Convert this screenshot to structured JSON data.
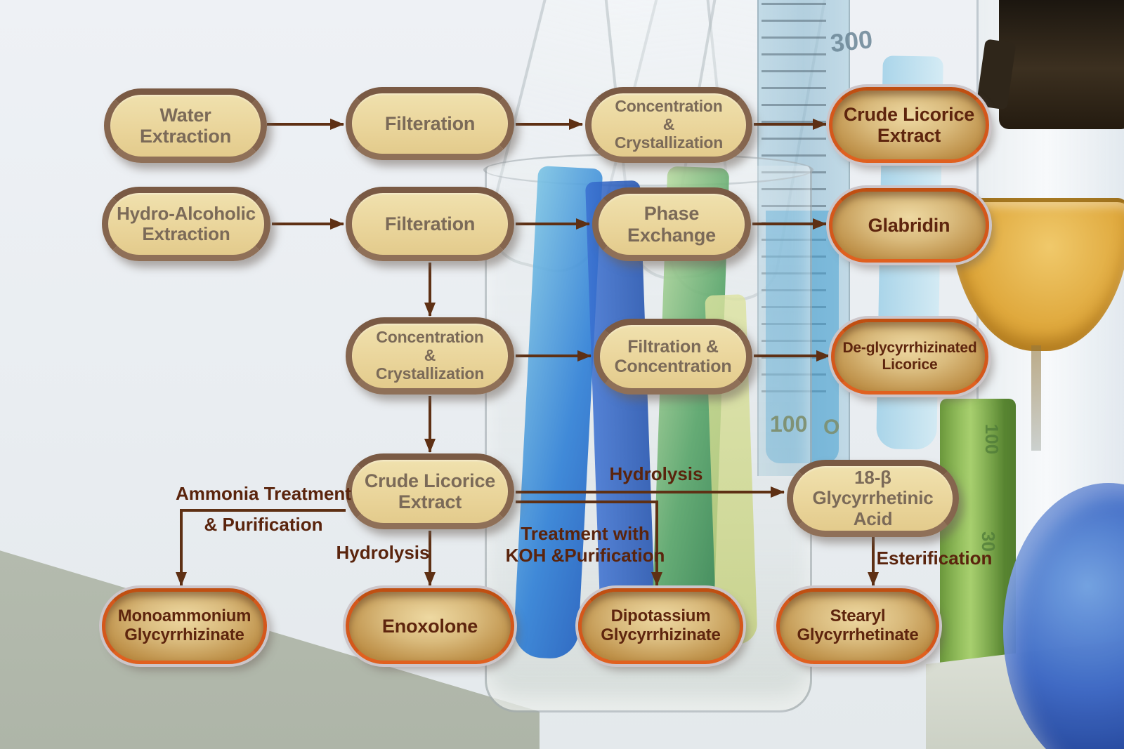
{
  "flowchart": {
    "nodes": [
      {
        "id": "water-extraction",
        "label": "Water\nExtraction",
        "type": "process"
      },
      {
        "id": "filteration-1",
        "label": "Filteration",
        "type": "process"
      },
      {
        "id": "concentration-crystallization-1",
        "label": "Concentration\n&\nCrystallization",
        "type": "process"
      },
      {
        "id": "crude-licorice-extract-product",
        "label": "Crude Licorice\nExtract",
        "type": "product"
      },
      {
        "id": "hydro-alcoholic-extraction",
        "label": "Hydro-Alcoholic\nExtraction",
        "type": "process"
      },
      {
        "id": "filteration-2",
        "label": "Filteration",
        "type": "process"
      },
      {
        "id": "phase-exchange",
        "label": "Phase\nExchange",
        "type": "process"
      },
      {
        "id": "glabridin",
        "label": "Glabridin",
        "type": "product"
      },
      {
        "id": "concentration-crystallization-2",
        "label": "Concentration\n&\nCrystallization",
        "type": "process"
      },
      {
        "id": "filtration-concentration",
        "label": "Filtration &\nConcentration",
        "type": "process"
      },
      {
        "id": "de-glycyrrhizinated-licorice",
        "label": "De-glycyrrhizinated\nLicorice",
        "type": "product"
      },
      {
        "id": "crude-licorice-extract-2",
        "label": "Crude Licorice\nExtract",
        "type": "process"
      },
      {
        "id": "18-beta-glycyrrhetinic-acid",
        "label": "18-β Glycyrrhetinic\nAcid",
        "type": "process"
      },
      {
        "id": "monoammonium-glycyrrhizinate",
        "label": "Monoammonium\nGlycyrrhizinate",
        "type": "product"
      },
      {
        "id": "enoxolone",
        "label": "Enoxolone",
        "type": "product"
      },
      {
        "id": "dipotassium-glycyrrhizinate",
        "label": "Dipotassium\nGlycyrrhizinate",
        "type": "product"
      },
      {
        "id": "stearyl-glycyrrhetinate",
        "label": "Stearyl\nGlycyrrhetinate",
        "type": "product"
      }
    ],
    "edge_labels": {
      "ammonia_line1": "Ammonia Treatment",
      "ammonia_line2": "& Purification",
      "hydrolysis_down": "Hydrolysis",
      "koh": "Treatment with\nKOH &Purification",
      "hydrolysis_right": "Hydrolysis",
      "esterification": "Esterification"
    },
    "colors": {
      "process_fill": "#ead59b",
      "process_border": "#85654e",
      "process_text": "#7b6a58",
      "product_fill": "#c3954d",
      "product_ring": "#d4571b",
      "product_text": "#5e250e",
      "arrow": "#5e3014"
    }
  },
  "background": {
    "description": "laboratory glassware photo",
    "markings": {
      "cylinder_300": "300",
      "beaker_100": "100",
      "beaker_o": "O",
      "green_100": "100",
      "green_30": "30"
    }
  }
}
